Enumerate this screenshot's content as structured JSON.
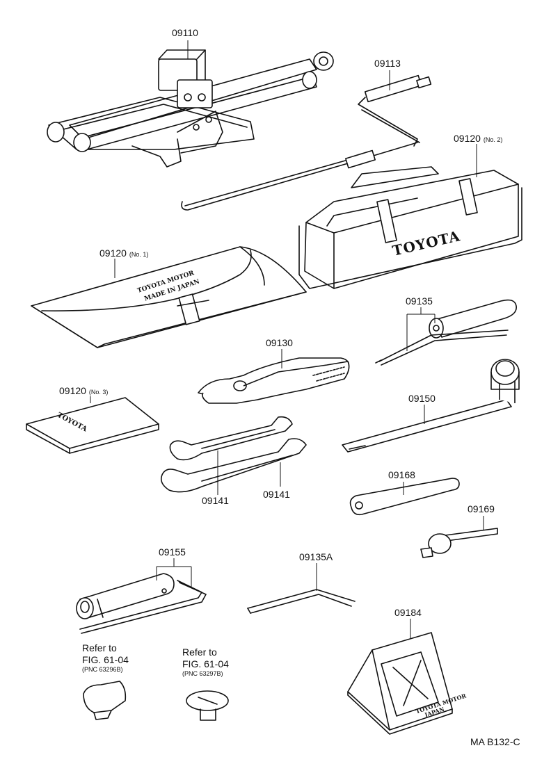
{
  "parts": [
    {
      "id": "p09110",
      "label": "09110",
      "sub": "",
      "name": "jack"
    },
    {
      "id": "p09113",
      "label": "09113",
      "sub": "",
      "name": "jack-handle"
    },
    {
      "id": "p09120_2",
      "label": "09120",
      "sub": "(No. 2)",
      "name": "tool-bag"
    },
    {
      "id": "p09120_1",
      "label": "09120",
      "sub": "(No. 1)",
      "name": "tool-roll"
    },
    {
      "id": "p09135",
      "label": "09135",
      "sub": "",
      "name": "screwdriver"
    },
    {
      "id": "p09130",
      "label": "09130",
      "sub": "",
      "name": "pliers"
    },
    {
      "id": "p09120_3",
      "label": "09120",
      "sub": "(No. 3)",
      "name": "tool-pouch"
    },
    {
      "id": "p09150",
      "label": "09150",
      "sub": "",
      "name": "wheel-nut-wrench"
    },
    {
      "id": "p09141a",
      "label": "09141",
      "sub": "",
      "name": "open-end-wrench"
    },
    {
      "id": "p09141b",
      "label": "09141",
      "sub": "",
      "name": "open-end-wrench"
    },
    {
      "id": "p09168",
      "label": "09168",
      "sub": "",
      "name": "lever"
    },
    {
      "id": "p09169",
      "label": "09169",
      "sub": "",
      "name": "adapter"
    },
    {
      "id": "p09155",
      "label": "09155",
      "sub": "",
      "name": "box-wrench"
    },
    {
      "id": "p09135A",
      "label": "09135A",
      "sub": "",
      "name": "l-screwdriver"
    },
    {
      "id": "p09184",
      "label": "09184",
      "sub": "",
      "name": "wheel-chock"
    }
  ],
  "refs": [
    {
      "line1": "Refer to",
      "line2": "FIG. 61-04",
      "pnc": "(PNC 63296B)"
    },
    {
      "line1": "Refer to",
      "line2": "FIG. 61-04",
      "pnc": "(PNC 63297B)"
    }
  ],
  "stamps": {
    "bag": "TOYOTA",
    "roll_line1": "TOYOTA MOTOR",
    "roll_line2": "MADE IN JAPAN",
    "pouch": "TOYOTA",
    "chock_line1": "TOYOTA MOTOR",
    "chock_line2": "JAPAN"
  },
  "diagram_code": "MA B132-C"
}
